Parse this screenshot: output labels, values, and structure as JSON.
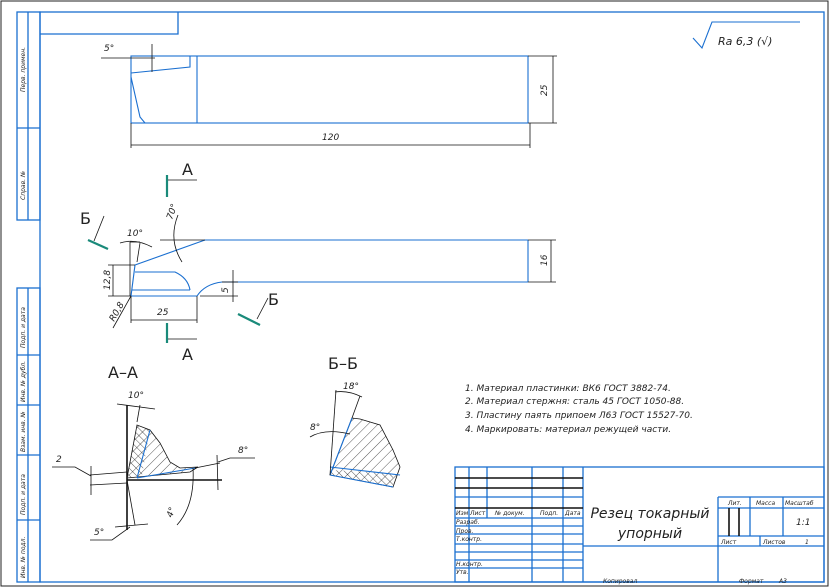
{
  "sidebar": {
    "top": [
      "Перв. примен.",
      "Справ. №"
    ],
    "bottom": [
      "Подп. и дата",
      "Инв. № дубл.",
      "Взам. инв. №",
      "Подп. и дата",
      "Инв. № подл."
    ]
  },
  "roughness": "Ra 6,3 (√)",
  "top_view": {
    "angle": "5°",
    "width": "25",
    "length": "120"
  },
  "front_view": {
    "angle_top": "10°",
    "angle_main": "70°",
    "height": "12,8",
    "radius": "R0,8",
    "insert_len": "25",
    "step": "5",
    "thickness": "16"
  },
  "section_marks": {
    "a_top": "А",
    "a_bottom": "А",
    "b_left": "Б",
    "b_right": "Б"
  },
  "section_aa": {
    "title": "А–А",
    "angle_top": "10°",
    "dim_left": "2",
    "angle_right": "8°",
    "angle_bottom": "5°",
    "angle_arc": "4°"
  },
  "section_bb": {
    "title": "Б–Б",
    "angle_top": "18°",
    "angle_left": "8°"
  },
  "notes": [
    "1. Материал пластинки: ВК6 ГОСТ 3882-74.",
    "2. Материал стержня: сталь 45 ГОСТ 1050-88.",
    "3. Пластину паять припоем Л63 ГОСТ 15527-70.",
    "4. Маркировать: материал режущей части."
  ],
  "title_block": {
    "headers": [
      "Изм",
      "Лист",
      "№ докум.",
      "Подп.",
      "Дата"
    ],
    "roles": [
      "Разраб.",
      "Пров.",
      "Т.контр.",
      "",
      "Н.контр.",
      "Утв."
    ],
    "title_line1": "Резец токарный",
    "title_line2": "упорный",
    "lit_label": "Лит.",
    "mass_label": "Масса",
    "scale_label": "Масштаб",
    "scale_value": "1:1",
    "sheet_label": "Лист",
    "sheets_label": "Листов",
    "sheets_value": "1",
    "copied": "Копировал",
    "format_label": "Формат",
    "format_value": "А3"
  }
}
